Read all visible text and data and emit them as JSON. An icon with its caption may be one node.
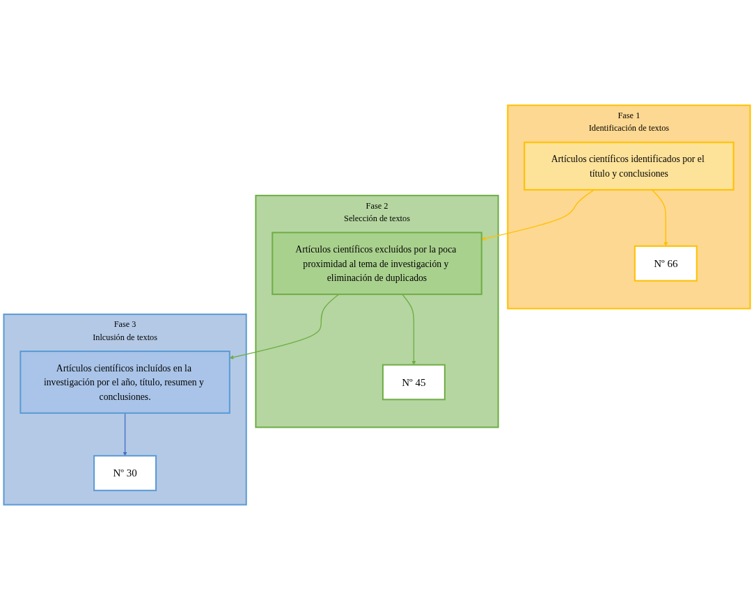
{
  "diagram": {
    "nodes": [
      {
        "text": [
          "Fase 1",
          "Identificación de textos"
        ]
      },
      {
        "text": [
          "Artículos científicos identificados por el título y conclusiones"
        ],
        "in": 0
      },
      {
        "text": [
          "Nº 66"
        ],
        "in": 0
      },
      {
        "text": [
          "Fase 2",
          "Selección de textos"
        ]
      },
      {
        "text": [
          "Artículos científicos excluídos por la poca proximidad al tema de investigación y eliminación de duplicados"
        ],
        "in": 3
      },
      {
        "text": [
          "Nº 45"
        ],
        "in": 3
      },
      {
        "text": [
          "Fase 3",
          "Inlcusión de textos"
        ]
      },
      {
        "text": [
          "Artículos científicos incluídos en la investigación por el año, título, resumen y conclusiones."
        ],
        "in": 6
      },
      {
        "text": [
          "Nº 30"
        ],
        "in": 6
      }
    ],
    "edges": [
      {
        "from": 1,
        "to": 2,
        "arrow": "to",
        "color": "#ffc000"
      },
      {
        "from": 1,
        "to": 4,
        "arrow": "to",
        "color": "#ffc000"
      },
      {
        "from": 4,
        "to": 5,
        "arrow": "to",
        "color": "#70ad47"
      },
      {
        "from": 4,
        "to": 7,
        "arrow": "to",
        "color": "#70ad47"
      },
      {
        "from": 7,
        "to": 8,
        "arrow": "to",
        "color": "#4472c4"
      }
    ]
  }
}
